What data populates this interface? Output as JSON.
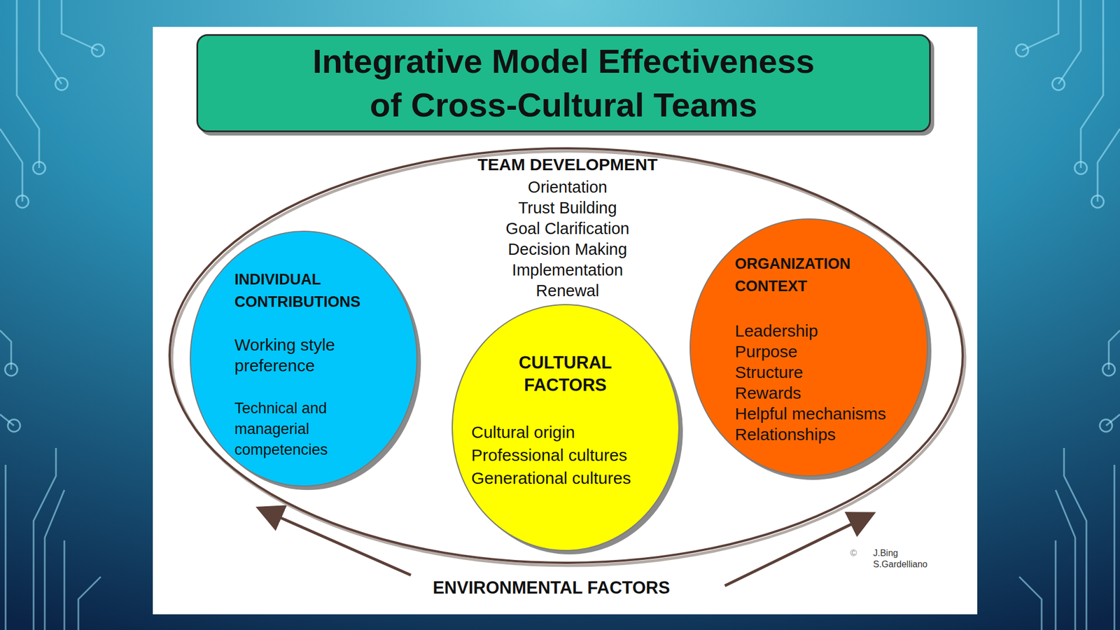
{
  "diagram": {
    "title": "Integrative Model Effectiveness of Cross-Cultural Teams",
    "nodes": [
      {
        "text": [
          "TEAM DEVELOPMENT",
          "Orientation",
          "Trust Building",
          "Goal Clarification",
          "Decision Making",
          "Implementation",
          "Renewal"
        ]
      },
      {
        "text": [
          "INDIVIDUAL CONTRIBUTIONS",
          "Working style preference",
          "Technical and managerial competencies"
        ],
        "in": 0
      },
      {
        "text": [
          "CULTURAL FACTORS",
          "Cultural origin",
          "Professional cultures",
          "Generational cultures"
        ],
        "in": 0
      },
      {
        "text": [
          "ORGANIZATION CONTEXT",
          "Leadership",
          "Purpose",
          "Structure",
          "Rewards",
          "Helpful mechanisms",
          "Relationships"
        ],
        "in": 0
      }
    ],
    "labels": [
      "ENVIRONMENTAL FACTORS",
      "©",
      "J.Bing",
      "S.Gardelliano"
    ]
  }
}
